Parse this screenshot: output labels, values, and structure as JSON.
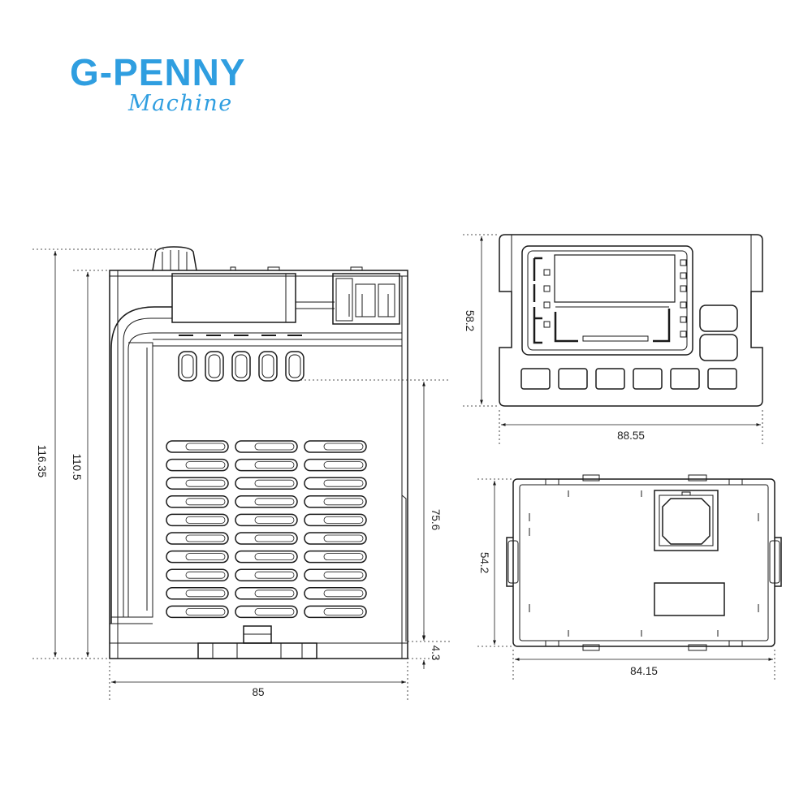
{
  "logo": {
    "brand": "G-PENNY",
    "tagline": "Machine",
    "color": "#2f9ee0"
  },
  "line_color": "#1a1a1a",
  "dimensions": {
    "side_total_height": "116.35",
    "side_body_height": "110.5",
    "side_width": "85",
    "side_vent_height": "75.6",
    "side_base_height": "4.3",
    "panel_height": "58.2",
    "panel_width": "88.55",
    "back_height": "54.2",
    "back_width": "84.15"
  }
}
